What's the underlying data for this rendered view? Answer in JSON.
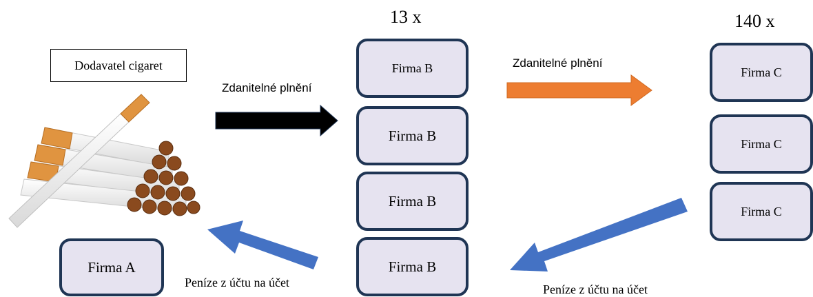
{
  "supplier": {
    "label": "Dodavatel cigaret",
    "image": "cigarettes-pile-illustration"
  },
  "firma_a": {
    "label": "Firma A"
  },
  "firma_b": {
    "count": "13 x",
    "boxes": [
      "Firma B",
      "Firma B",
      "Firma B",
      "Firma B"
    ]
  },
  "firma_c": {
    "count": "140 x",
    "boxes": [
      "Firma C",
      "Firma C",
      "Firma C"
    ]
  },
  "arrows": {
    "supply_to_b": {
      "label": "Zdanitelné plnění",
      "color": "#000000"
    },
    "b_to_c": {
      "label": "Zdanitelné plnění",
      "color": "#ed7d31"
    },
    "c_to_b": {
      "label": "Peníze z účtu na účet",
      "color": "#4472c4"
    },
    "b_to_supplier": {
      "label": "Peníze z účtu na účet",
      "color": "#4472c4"
    }
  }
}
